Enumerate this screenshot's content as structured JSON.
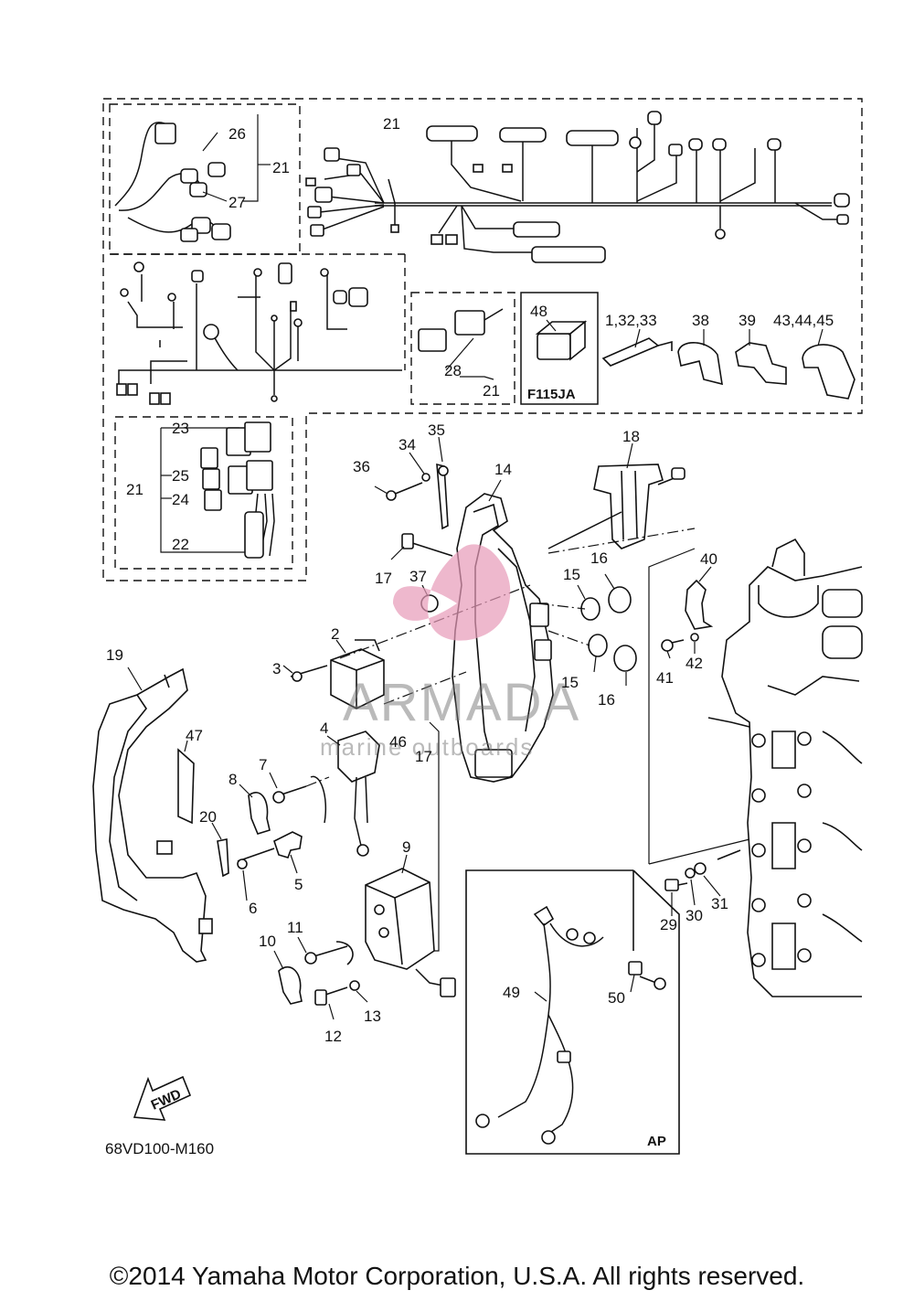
{
  "diagram": {
    "code": "68VD100-M160",
    "fwd_label": "FWD",
    "ap_label": "AP",
    "f115ja_label": "F115JA",
    "callouts": {
      "c1_32_33": "1,32,33",
      "c2": "2",
      "c3": "3",
      "c4": "4",
      "c5": "5",
      "c6": "6",
      "c7": "7",
      "c8": "8",
      "c9": "9",
      "c10": "10",
      "c11": "11",
      "c12": "12",
      "c13": "13",
      "c14": "14",
      "c15a": "15",
      "c15b": "15",
      "c16a": "16",
      "c16b": "16",
      "c17a": "17",
      "c17b": "17",
      "c18": "18",
      "c19": "19",
      "c20": "20",
      "c21a": "21",
      "c21b": "21",
      "c21c": "21",
      "c21d": "21",
      "c22": "22",
      "c23": "23",
      "c24": "24",
      "c25": "25",
      "c26": "26",
      "c27": "27",
      "c28": "28",
      "c29": "29",
      "c30": "30",
      "c31": "31",
      "c34": "34",
      "c35": "35",
      "c36": "36",
      "c37": "37",
      "c38": "38",
      "c39": "39",
      "c40": "40",
      "c41": "41",
      "c42": "42",
      "c43_44_45": "43,44,45",
      "c46": "46",
      "c47": "47",
      "c48": "48",
      "c49": "49",
      "c50": "50"
    }
  },
  "watermark": {
    "brand": "ARMADA",
    "tagline": "marine outboards",
    "color": "#e79ab8"
  },
  "footer": {
    "copyright": "©2014 Yamaha Motor Corporation, U.S.A. All rights reserved."
  }
}
